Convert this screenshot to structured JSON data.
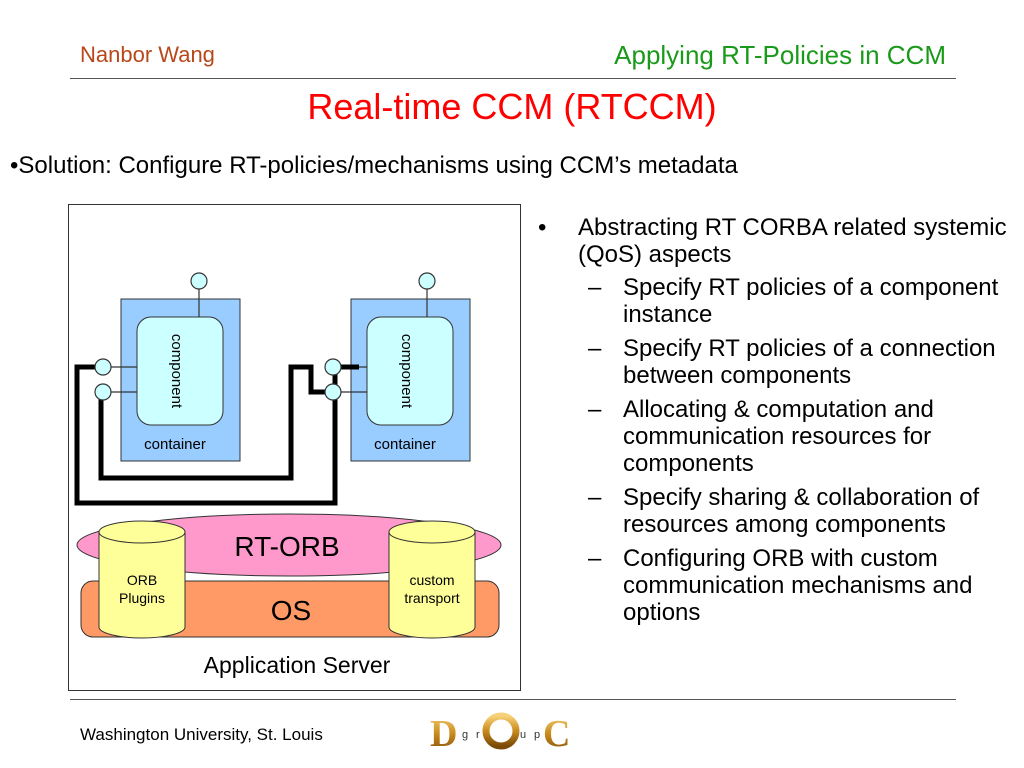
{
  "header": {
    "author": "Nanbor Wang",
    "section": "Applying RT-Policies in CCM",
    "title": "Real-time CCM (RTCCM)"
  },
  "solution": "•Solution: Configure RT-policies/mechanisms using CCM’s metadata",
  "diagram": {
    "component_label": "component",
    "container_label": "container",
    "rt_orb_label": "RT-ORB",
    "os_label": "OS",
    "orb_plugins": [
      "ORB",
      "Plugins"
    ],
    "custom_transport": [
      "custom",
      "transport"
    ],
    "app_server_label": "Application Server"
  },
  "bullets": {
    "main_marker": "•",
    "sub_marker": "–",
    "main": "Abstracting RT CORBA related systemic (QoS) aspects",
    "subs": [
      "Specify RT policies of a component instance",
      "Specify RT policies of a connection between components",
      "Allocating & computation and communication resources for components",
      "Specify sharing & collaboration of resources among components",
      "Configuring ORB with custom communication mechanisms and options"
    ]
  },
  "footer": {
    "institution": "Washington University, St. Louis",
    "logo_letters": [
      "D",
      "g",
      "r",
      "O",
      "u",
      "p",
      "C"
    ]
  },
  "colors": {
    "author": "#b8471a",
    "section": "#1a9a1a",
    "title": "#ff0000",
    "container_fill": "#99ccff",
    "component_fill": "#ccffff",
    "rt_orb_fill": "#ff99cc",
    "os_fill": "#ff9966",
    "cylinder_fill": "#ffff99"
  }
}
